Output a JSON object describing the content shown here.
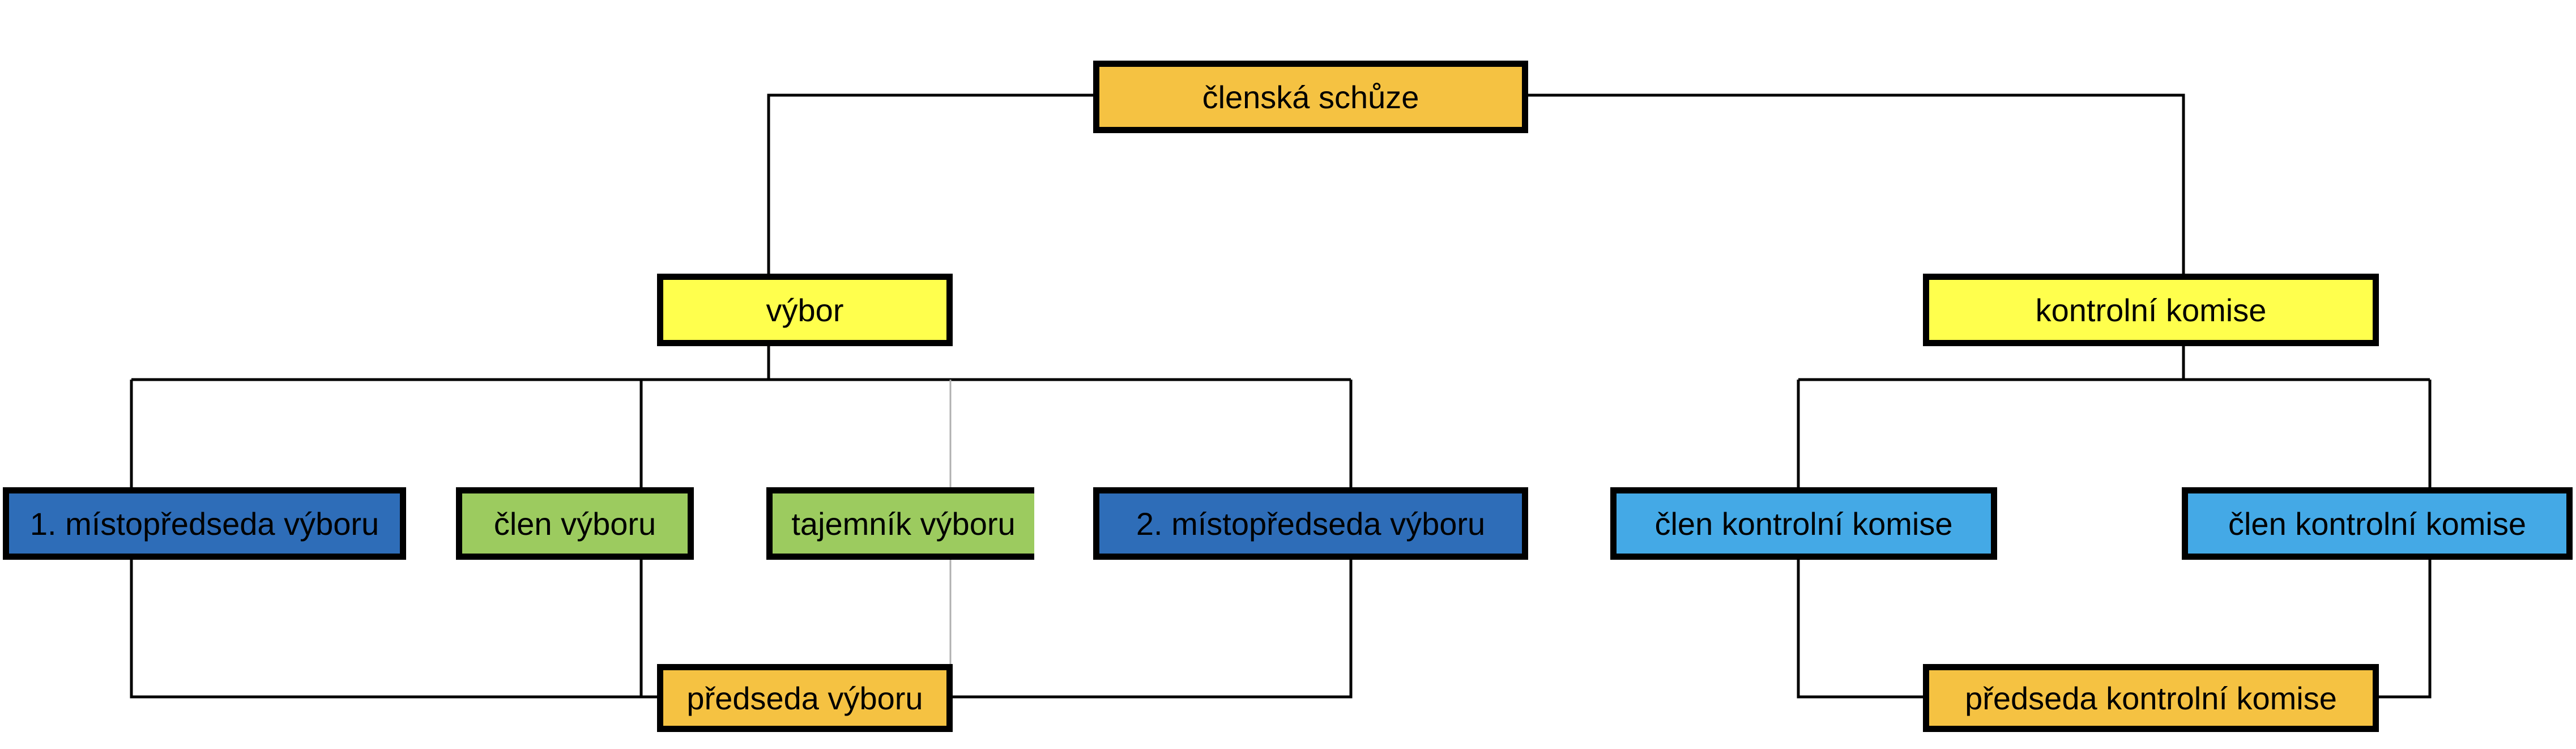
{
  "colors": {
    "orange": "#F5C242",
    "yellow": "#FFFF4D",
    "dark_blue": "#2E6DB8",
    "green": "#9CCB5F",
    "light_blue": "#44A9E6",
    "line": "#000000"
  },
  "nodes": {
    "clenska_schuze": "členská schůze",
    "vybor": "výbor",
    "kontrolni_komise": "kontrolní komise",
    "mistopredseda_1": "1. místopředseda výboru",
    "clen_vyboru": "člen výboru",
    "tajemnik_vyboru": "tajemník výboru",
    "mistopredseda_2": "2. místopředseda výboru",
    "clen_kk_1": "člen kontrolní komise",
    "clen_kk_2": "člen kontrolní komise",
    "predseda_vyboru": "předseda výboru",
    "predseda_kk": "předseda kontrolní komise"
  }
}
